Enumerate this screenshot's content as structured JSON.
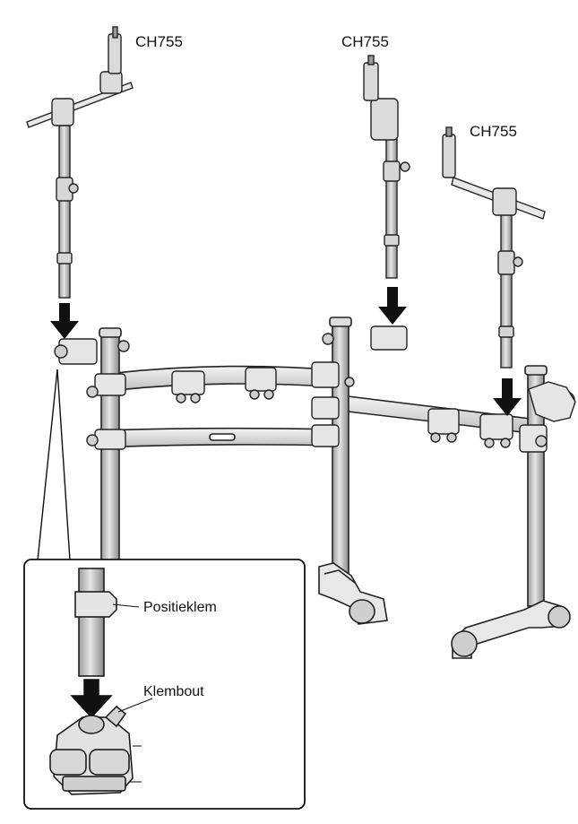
{
  "labels": {
    "stand_left": "CH755",
    "stand_middle": "CH755",
    "stand_right": "CH755",
    "position_clamp": "Positieklem",
    "clamp_bolt": "Klembout"
  }
}
